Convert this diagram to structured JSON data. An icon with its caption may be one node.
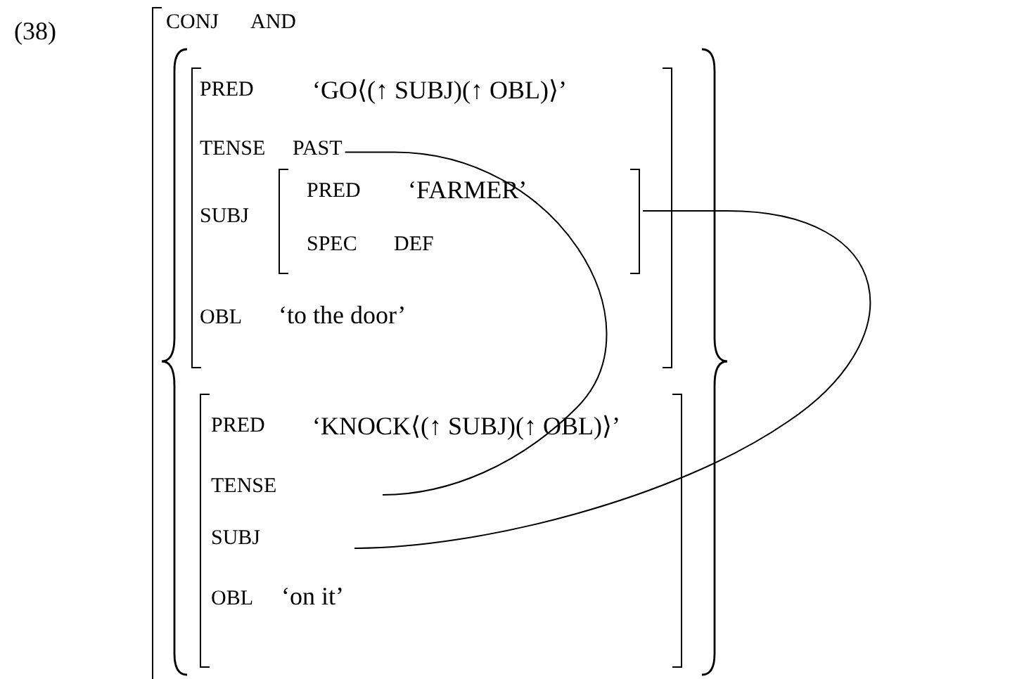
{
  "diagram": {
    "nodes": [
      {
        "text": [
          "CONJ",
          "AND"
        ]
      },
      {
        "text": [
          "PRED",
          "‘GO⟨(↑ SUBJ)(↑ OBL)⟩’",
          "TENSE",
          "SUBJ",
          "OBL",
          "‘to the door’"
        ],
        "in": 0
      },
      {
        "text": [
          "PAST"
        ],
        "in": 1
      },
      {
        "text": [
          "PRED",
          "‘FARMER’",
          "SPEC",
          "DEF"
        ],
        "in": 1
      },
      {
        "text": [
          "PRED",
          "‘KNOCK⟨(↑ SUBJ)(↑ OBL)⟩’",
          "TENSE",
          "SUBJ",
          "OBL",
          "‘on it’"
        ],
        "in": 0
      }
    ],
    "edges": [
      {
        "from": 2,
        "to": 4,
        "arrow": "none"
      },
      {
        "from": 3,
        "to": 4,
        "arrow": "none"
      }
    ],
    "labels": [
      "(38)"
    ]
  }
}
